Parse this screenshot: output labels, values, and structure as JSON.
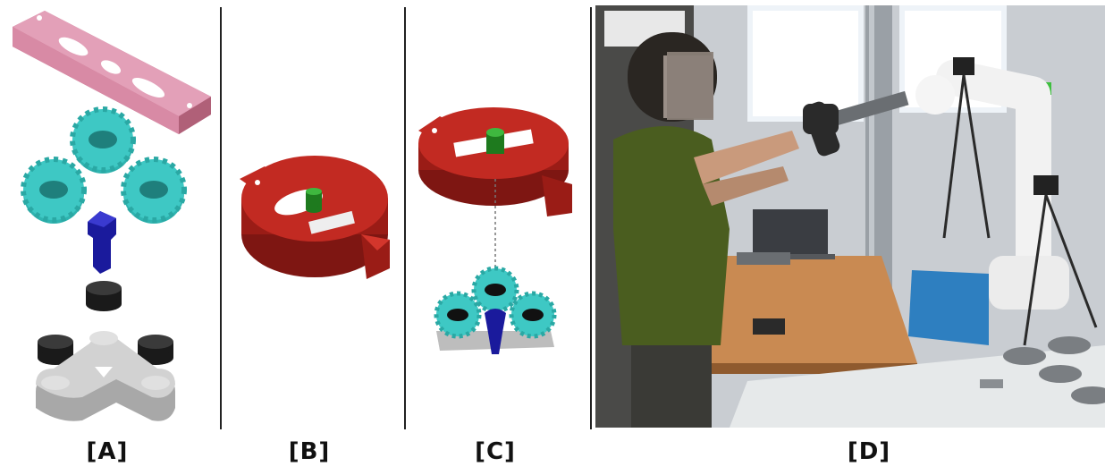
{
  "panels": [
    {
      "id": "A",
      "label": "[A]"
    },
    {
      "id": "B",
      "label": "[B]"
    },
    {
      "id": "C",
      "label": "[C]"
    },
    {
      "id": "D",
      "label": "[D]"
    }
  ],
  "colors": {
    "pink_part": "#d98aa6",
    "gear_teal": "#3ec8c4",
    "blue_pin": "#1a1a9c",
    "black_disc": "#2a2a2a",
    "grey_base": "#c8c8c8",
    "red_part": "#b8231d",
    "green_pin": "#2e9a2e"
  },
  "icons": {
    "panel_a": "exploded-assembly-illustration",
    "panel_b": "red-housing-illustration",
    "panel_c": "assembly-alignment-illustration",
    "panel_d": "lab-photo-human-robot"
  }
}
